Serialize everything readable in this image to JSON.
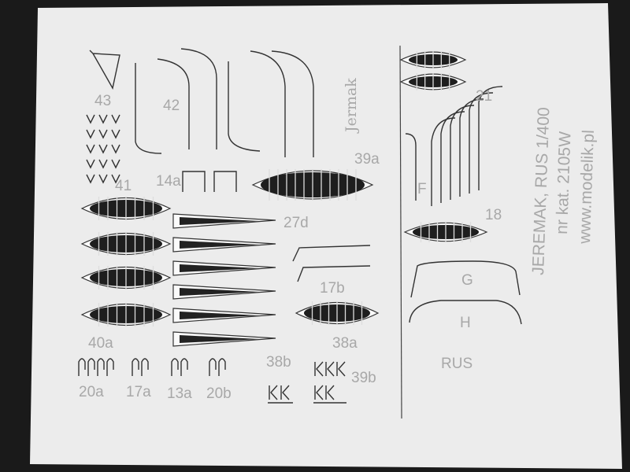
{
  "sheet": {
    "title_line1": "JEREMAK, RUS 1/400",
    "title_line2": "nr kat. 2105W",
    "title_line3": "www.modelik.pl",
    "ship_name": "Jermak"
  },
  "part_labels": {
    "p43": "43",
    "p42": "42",
    "p39a": "39a",
    "p14a": "14a",
    "p41": "41",
    "p27d": "27d",
    "p17b": "17b",
    "p40a": "40a",
    "p38a": "38a",
    "p38b": "38b",
    "p39b": "39b",
    "p20a": "20a",
    "p17a": "17a",
    "p13a": "13a",
    "p20b": "20b",
    "p21": "21",
    "pF": "F",
    "p18": "18",
    "pG": "G",
    "pH": "H",
    "pRUS": "RUS"
  },
  "colors": {
    "background": "#1a1a1a",
    "sheet": "#ececec",
    "etch": "#2a2a2a",
    "label": "#a8a8a8"
  }
}
